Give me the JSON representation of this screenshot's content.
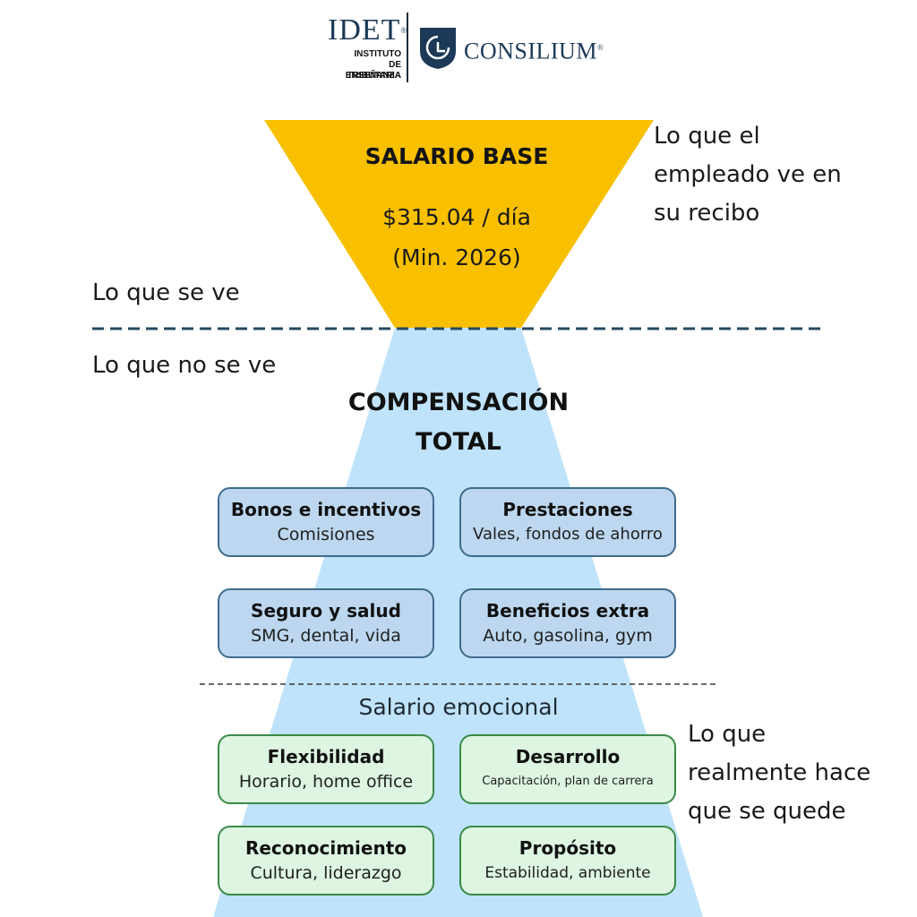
{
  "header": {
    "idet": {
      "wordmark": "IDET",
      "mark": "®",
      "lines": [
        "INSTITUTO",
        "DE ENSEÑANZA",
        "TRIBUTARIA"
      ]
    },
    "consilium": {
      "wordmark": "CONSILIUM",
      "mark": "®"
    }
  },
  "top": {
    "title": "SALARIO BASE",
    "amount": "$315.04 / día",
    "note": "(Min. 2026)",
    "seen_label": "Lo que se ve",
    "unseen_label": "Lo que no se ve",
    "receipt_note": [
      "Lo que el",
      "empleado ve en",
      "su recibo"
    ]
  },
  "compensation": {
    "title_lines": [
      "COMPENSACIÓN",
      "TOTAL"
    ],
    "cards": [
      {
        "title": "Bonos e incentivos",
        "subtitle": "Comisiones"
      },
      {
        "title": "Prestaciones",
        "subtitle": "Vales, fondos de ahorro"
      },
      {
        "title": "Seguro y salud",
        "subtitle": "SMG, dental, vida"
      },
      {
        "title": "Beneficios extra",
        "subtitle": "Auto, gasolina, gym"
      }
    ]
  },
  "emotional": {
    "title": "Salario emocional",
    "cards": [
      {
        "title": "Flexibilidad",
        "subtitle": "Horario, home office"
      },
      {
        "title": "Desarrollo",
        "subtitle": "Capacitación, plan de carrera"
      },
      {
        "title": "Reconocimiento",
        "subtitle": "Cultura, liderazgo"
      },
      {
        "title": "Propósito",
        "subtitle": "Estabilidad, ambiente"
      }
    ],
    "retention_note": [
      "Lo que",
      "realmente hace",
      "que se quede"
    ]
  },
  "colors": {
    "funnel_top": "#f8c000",
    "funnel_bottom": "#bfe3fa",
    "divider": "#24495f",
    "blue_card_fill": "#bcd7ef",
    "green_card_fill": "#ddf5e1"
  }
}
